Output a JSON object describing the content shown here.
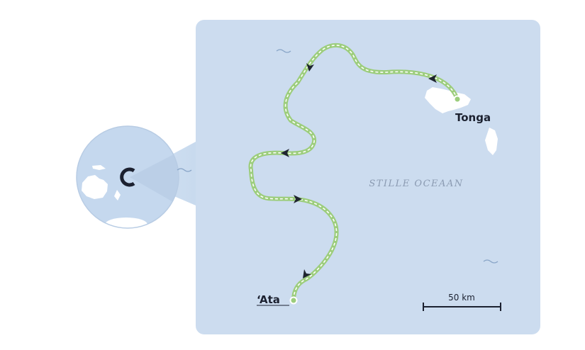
{
  "map": {
    "ocean_label": "STILLE OCEAAN",
    "places": [
      {
        "id": "tonga",
        "name": "Tonga"
      },
      {
        "id": "ata",
        "name": "‘Ata"
      }
    ],
    "scale_bar": {
      "label": "50 km"
    },
    "colors": {
      "ocean": "#ccdcef",
      "land": "#ffffff",
      "route": "#9ccd7c",
      "arrow": "#1f2530",
      "globe_ocean": "#c5d8ee",
      "text": "#1c2130"
    }
  },
  "inset_globe": {
    "marker_letter": "C"
  }
}
